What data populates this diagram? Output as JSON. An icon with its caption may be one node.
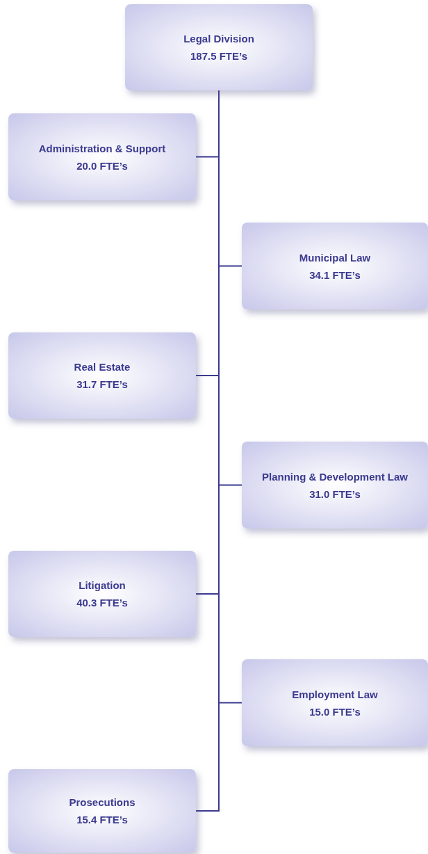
{
  "diagram": {
    "nodes": [
      {
        "text": [
          "Legal Division",
          "187.5 FTE’s"
        ]
      },
      {
        "text": [
          "Administration & Support",
          "20.0 FTE’s"
        ]
      },
      {
        "text": [
          "Municipal Law",
          "34.1 FTE’s"
        ]
      },
      {
        "text": [
          "Real Estate",
          "31.7 FTE’s"
        ]
      },
      {
        "text": [
          "Planning & Development Law",
          "31.0 FTE’s"
        ]
      },
      {
        "text": [
          "Litigation",
          "40.3 FTE’s"
        ]
      },
      {
        "text": [
          "Employment Law",
          "15.0 FTE’s"
        ]
      },
      {
        "text": [
          "Prosecutions",
          "15.4 FTE’s"
        ]
      }
    ],
    "edges": [
      {
        "from": 0,
        "to": 1,
        "arrow": "none"
      },
      {
        "from": 0,
        "to": 2,
        "arrow": "none"
      },
      {
        "from": 0,
        "to": 3,
        "arrow": "none"
      },
      {
        "from": 0,
        "to": 4,
        "arrow": "none"
      },
      {
        "from": 0,
        "to": 5,
        "arrow": "none"
      },
      {
        "from": 0,
        "to": 6,
        "arrow": "none"
      },
      {
        "from": 0,
        "to": 7,
        "arrow": "none"
      }
    ]
  }
}
